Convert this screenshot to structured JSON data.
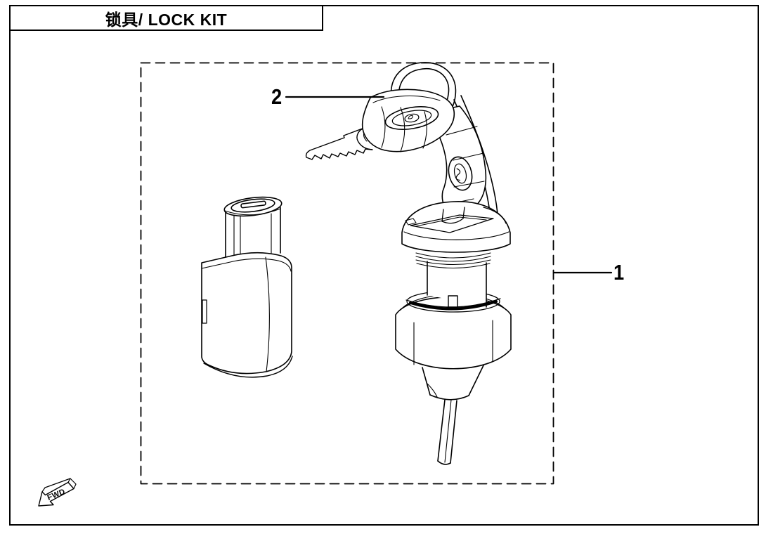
{
  "page": {
    "title": "锁具/ LOCK KIT"
  },
  "diagram": {
    "callouts": [
      {
        "number": "1"
      },
      {
        "number": "2"
      }
    ],
    "fwd_label": "FWD"
  },
  "colors": {
    "line": "#000000",
    "paper": "#ffffff"
  }
}
